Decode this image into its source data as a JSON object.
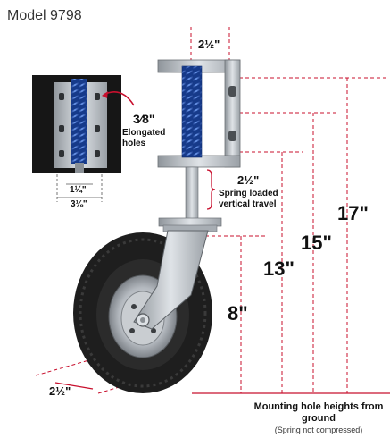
{
  "model": "Model 9798",
  "heights": {
    "h17": "17\"",
    "h15": "15\"",
    "h13": "13\"",
    "h8": "8\""
  },
  "top_width": "2½\"",
  "travel": {
    "value": "2½\"",
    "text": "Spring loaded vertical travel"
  },
  "holes": {
    "value": "3⁄8\"",
    "text": "Elongated holes"
  },
  "inset_dims": {
    "inner": "1¼\"",
    "outer": "3⅛\""
  },
  "tire_width": "2½\"",
  "mounting": {
    "title": "Mounting hole heights from ground",
    "note": "(Spring not compressed)"
  },
  "colors": {
    "dim_red": "#c8102e",
    "steel": "#b9bec4",
    "spring": "#2f62c9",
    "tire": "#1e1e1e"
  }
}
